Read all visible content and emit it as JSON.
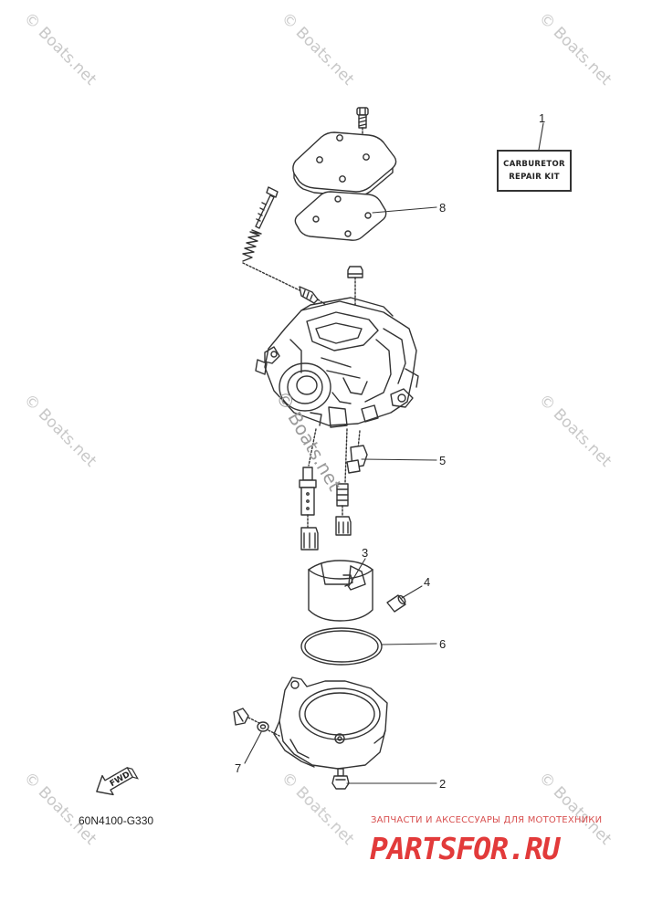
{
  "watermarks": [
    {
      "id": "wm1",
      "text": "© Boats.net"
    },
    {
      "id": "wm2",
      "text": "© Boats.net"
    },
    {
      "id": "wm3",
      "text": "© Boats.net"
    },
    {
      "id": "wm4",
      "text": "© Boats.net"
    },
    {
      "id": "wm5",
      "text": "© Boats.net"
    },
    {
      "id": "wm6",
      "text": "© Boats.net"
    },
    {
      "id": "wm7",
      "text": "© Boats.net"
    },
    {
      "id": "wm8",
      "text": "© Boats.net"
    },
    {
      "id": "wm9",
      "text": "© Boats.net"
    }
  ],
  "center_watermark": "© Boats.net",
  "kit": {
    "line1": "CARBURETOR",
    "line2": "REPAIR KIT"
  },
  "callouts": {
    "c1": "1",
    "c2": "2",
    "c3": "3",
    "c4": "4",
    "c5": "5",
    "c6": "6",
    "c7": "7",
    "c8": "8"
  },
  "fwd_label": "FWD",
  "diagram_code": "60N4100-G330",
  "footer": {
    "banner": "ЗАПЧАСТИ И АКСЕССУАРЫ ДЛЯ МОТОТЕХНИКИ",
    "logo": "PARTSFOR.RU"
  }
}
